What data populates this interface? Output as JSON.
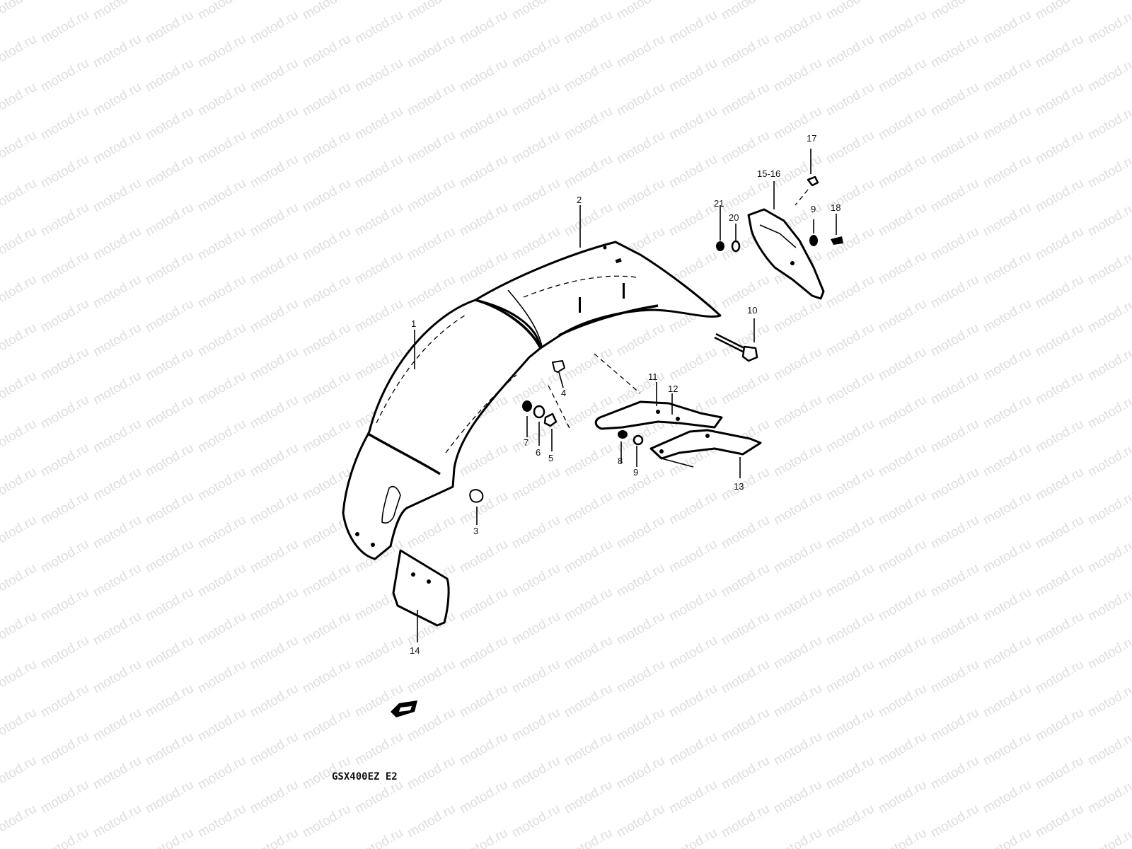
{
  "watermark": "motod.ru",
  "model_code": "GSX400EZ E2",
  "callouts": {
    "c1": "1",
    "c2": "2",
    "c3": "3",
    "c4": "4",
    "c5": "5",
    "c6": "6",
    "c7": "7",
    "c8": "8",
    "c9a": "9",
    "c9b": "9",
    "c10": "10",
    "c11": "11",
    "c12": "12",
    "c13": "13",
    "c14": "14",
    "c1516": "15-16",
    "c17": "17",
    "c18": "18",
    "c20": "20",
    "c21": "21"
  }
}
